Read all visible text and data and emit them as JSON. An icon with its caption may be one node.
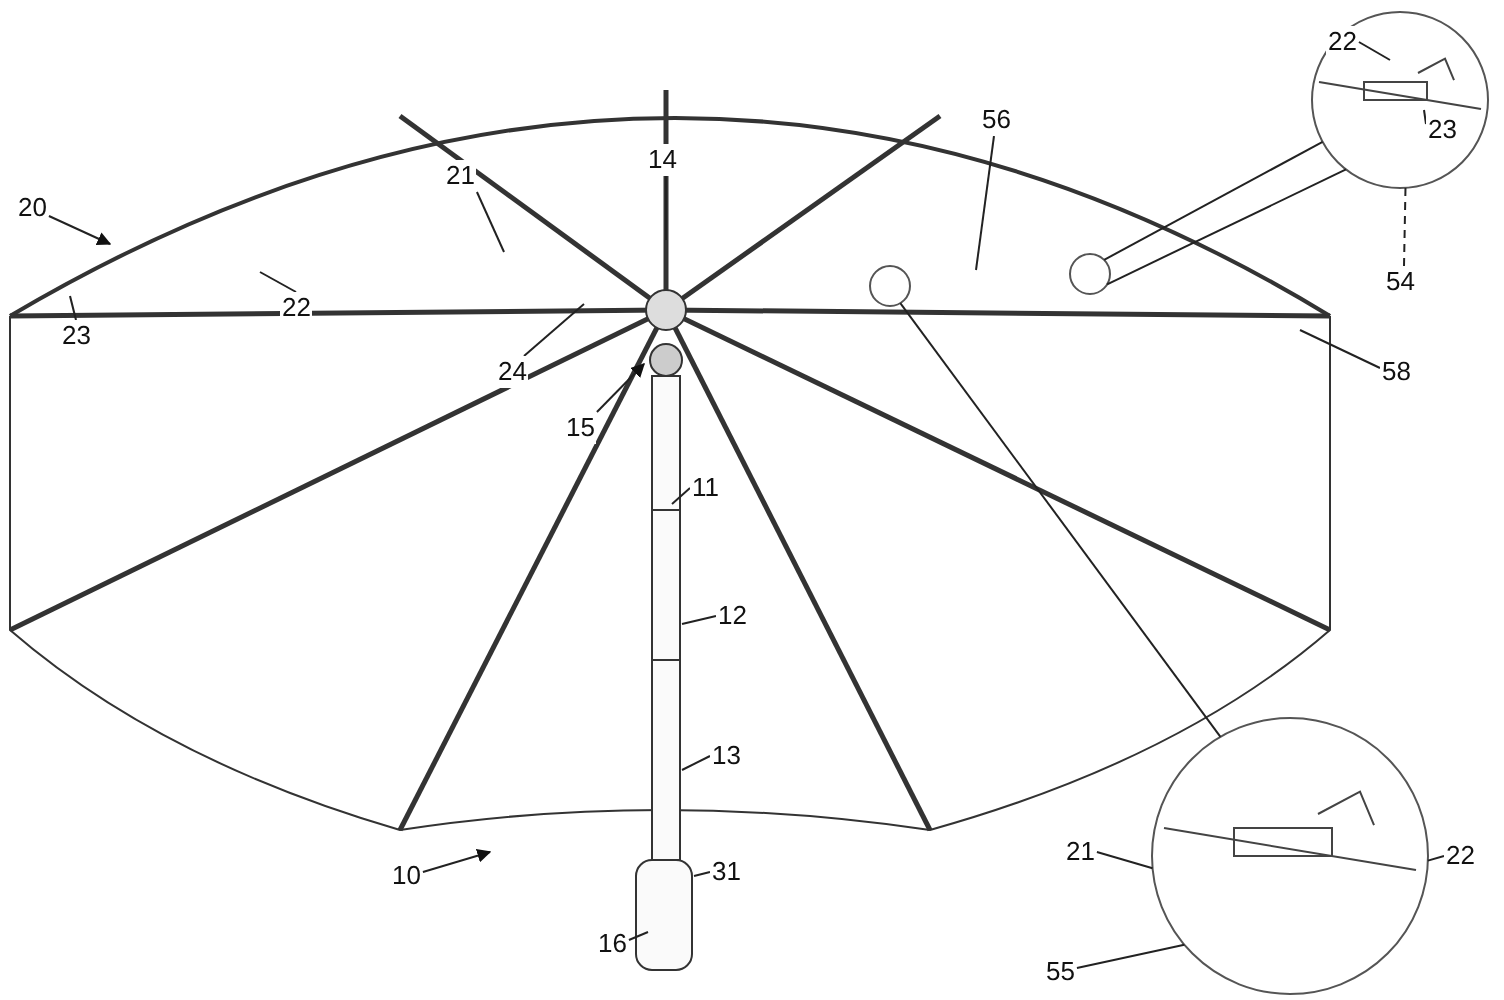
{
  "diagram": {
    "nodes": [
      {
        "text": [
          "20"
        ]
      },
      {
        "text": [
          "21"
        ]
      },
      {
        "text": [
          "14"
        ]
      },
      {
        "text": [
          "56"
        ]
      },
      {
        "text": [
          "22"
        ]
      },
      {
        "text": [
          "23"
        ]
      },
      {
        "text": [
          "24"
        ]
      },
      {
        "text": [
          "15"
        ]
      },
      {
        "text": [
          "11"
        ]
      },
      {
        "text": [
          "12"
        ]
      },
      {
        "text": [
          "13"
        ]
      },
      {
        "text": [
          "10"
        ]
      },
      {
        "text": [
          "16"
        ]
      },
      {
        "text": [
          "31"
        ]
      },
      {
        "text": [
          "58"
        ]
      },
      {
        "text": [],
        "shape": "circle"
      },
      {
        "text": [
          "22"
        ],
        "in": 15
      },
      {
        "text": [
          "23"
        ],
        "in": 15
      },
      {
        "text": [
          "54"
        ]
      },
      {
        "text": [],
        "shape": "circle"
      },
      {
        "text": [],
        "shape": "circle"
      },
      {
        "text": [],
        "shape": "circle"
      },
      {
        "text": [
          "21"
        ]
      },
      {
        "text": [
          "22"
        ]
      },
      {
        "text": [
          "55"
        ]
      }
    ],
    "edges": [
      {
        "from": 0,
        "to": null,
        "arrow": "to"
      },
      {
        "from": 1,
        "to": null,
        "arrow": "none"
      },
      {
        "from": 2,
        "to": null,
        "arrow": "none"
      },
      {
        "from": 3,
        "to": null,
        "arrow": "none"
      },
      {
        "from": 4,
        "to": null,
        "arrow": "none"
      },
      {
        "from": 5,
        "to": null,
        "arrow": "none"
      },
      {
        "from": 6,
        "to": null,
        "arrow": "none"
      },
      {
        "from": 7,
        "to": null,
        "arrow": "to"
      },
      {
        "from": 8,
        "to": null,
        "arrow": "none"
      },
      {
        "from": 9,
        "to": null,
        "arrow": "none"
      },
      {
        "from": 10,
        "to": null,
        "arrow": "none"
      },
      {
        "from": 11,
        "to": null,
        "arrow": "to"
      },
      {
        "from": 12,
        "to": null,
        "arrow": "none"
      },
      {
        "from": 13,
        "to": null,
        "arrow": "none"
      },
      {
        "from": 14,
        "to": null,
        "arrow": "none"
      },
      {
        "from": 16,
        "to": null,
        "arrow": "none"
      },
      {
        "from": 17,
        "to": null,
        "arrow": "none"
      },
      {
        "from": 18,
        "to": 15,
        "arrow": "none",
        "style": "dashed"
      },
      {
        "from": 22,
        "to": 21,
        "arrow": "none"
      },
      {
        "from": 23,
        "to": 21,
        "arrow": "none"
      },
      {
        "from": 24,
        "to": 21,
        "arrow": "none"
      },
      {
        "from": 19,
        "to": 15,
        "arrow": "none"
      },
      {
        "from": 19,
        "to": 15,
        "arrow": "none"
      },
      {
        "from": 20,
        "to": 21,
        "arrow": "none"
      }
    ]
  }
}
